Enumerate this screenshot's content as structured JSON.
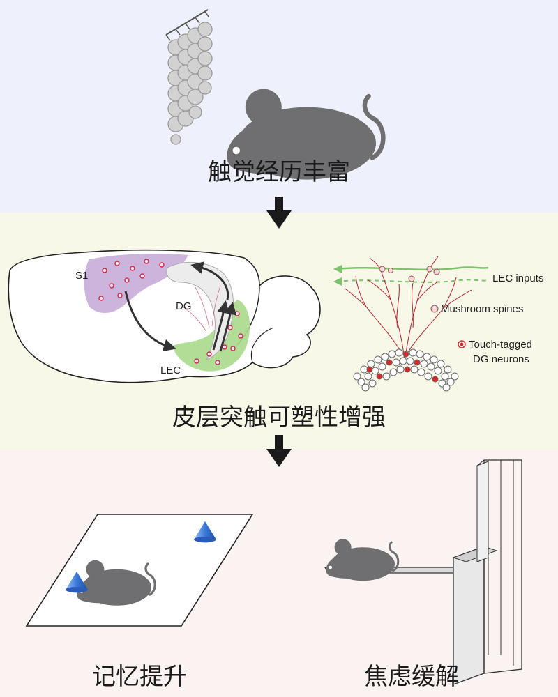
{
  "panels": {
    "top": {
      "caption": "触觉经历丰富",
      "bg": "#eef0fb"
    },
    "middle": {
      "caption": "皮层突触可塑性增强",
      "bg": "#f8f8e9"
    },
    "bottom": {
      "left_caption": "记忆提升",
      "right_caption": "焦虑缓解",
      "bg": "#fbf3f1"
    }
  },
  "brain": {
    "labels": {
      "s1": "S1",
      "dg": "DG",
      "lec": "LEC"
    },
    "colors": {
      "s1_region": "#c3a7d6",
      "lec_region": "#a8d98c",
      "arrows": "#333333"
    }
  },
  "circuit_legend": {
    "lec_inputs": "LEC inputs",
    "mushroom_spines": "Mushroom spines",
    "touch_tagged_line1": "Touch-tagged",
    "touch_tagged_line2": "DG neurons"
  },
  "colors": {
    "mouse": "#6f6f72",
    "dendrite": "#b3202a",
    "lec_line": "#7cc46a",
    "tagged_neuron": "#d42a2a",
    "cone": "#3b78d8"
  },
  "icons": [
    "down-arrow-icon",
    "mouse-icon",
    "cone-icon",
    "beaded-curtain-icon"
  ]
}
